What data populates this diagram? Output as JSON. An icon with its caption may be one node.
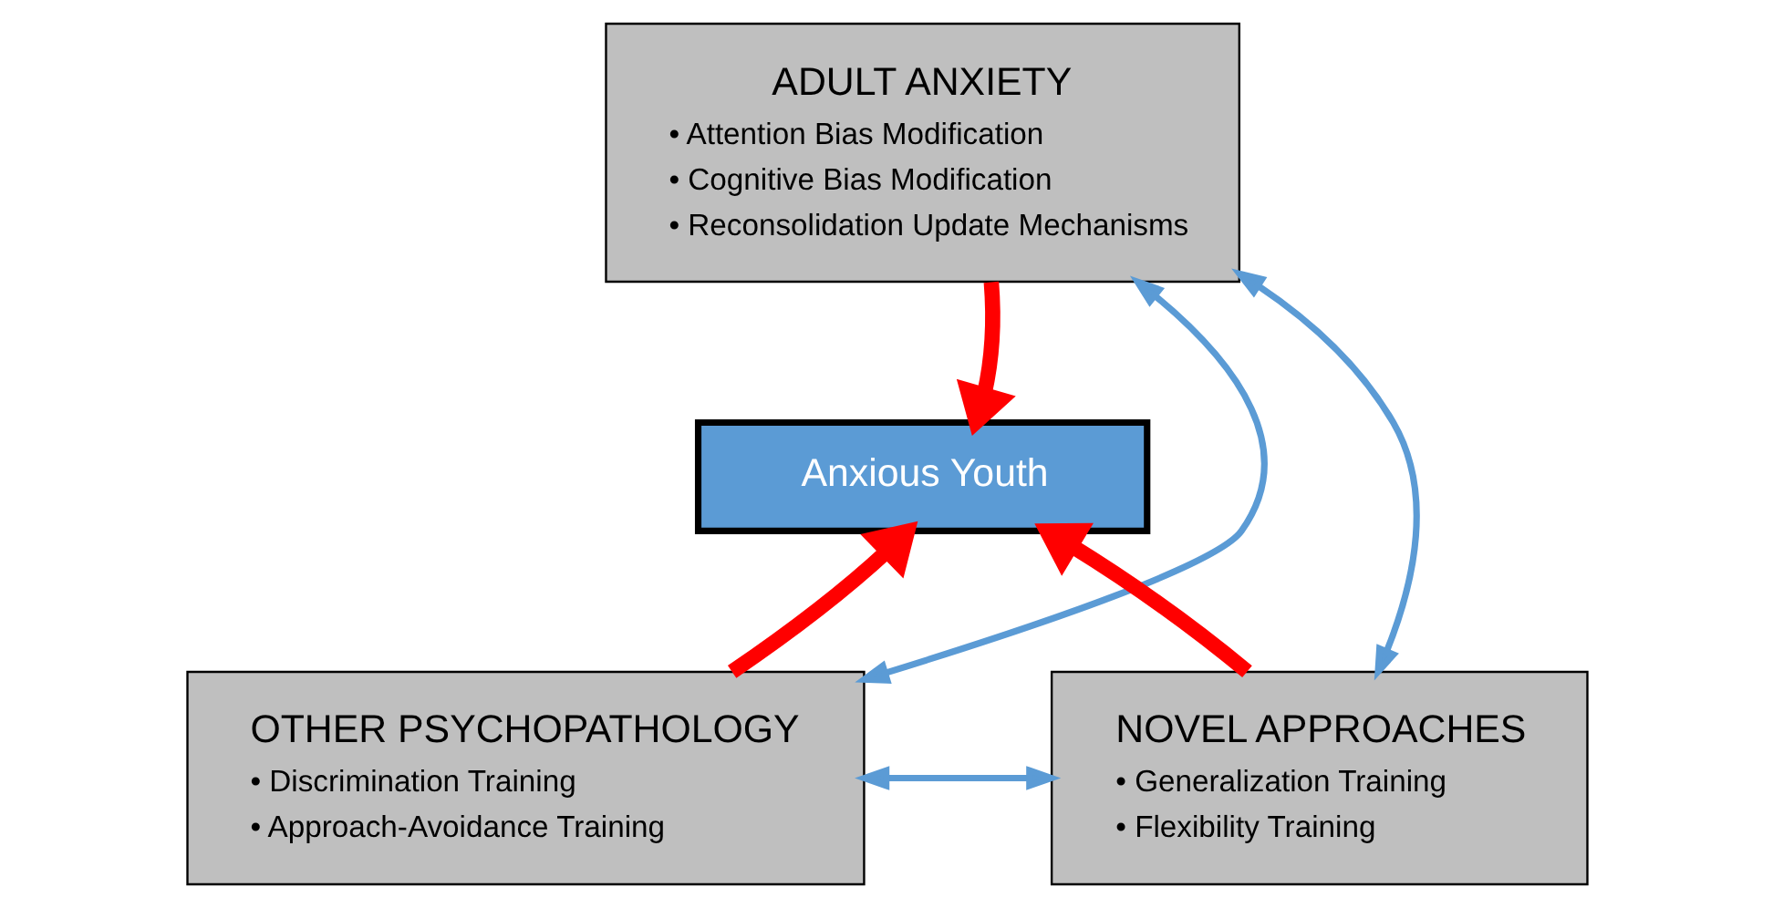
{
  "diagram": {
    "nodes": [
      {
        "text": [
          "ADULT ANXIETY",
          "• Attention Bias Modification",
          "• Cognitive Bias Modification",
          "• Reconsolidation Update Mechanisms"
        ]
      },
      {
        "text": [
          "Anxious Youth"
        ]
      },
      {
        "text": [
          "OTHER PSYCHOPATHOLOGY",
          "• Discrimination Training",
          "• Approach-Avoidance Training"
        ]
      },
      {
        "text": [
          "NOVEL APPROACHES",
          "• Generalization Training",
          "• Flexibility Training"
        ]
      }
    ],
    "edges": [
      {
        "from": 0,
        "to": 1,
        "arrow": "to",
        "style": "thick",
        "color": "#ff0000"
      },
      {
        "from": 2,
        "to": 1,
        "arrow": "to",
        "style": "thick",
        "color": "#ff0000"
      },
      {
        "from": 3,
        "to": 1,
        "arrow": "to",
        "style": "thick",
        "color": "#ff0000"
      },
      {
        "from": 0,
        "to": 2,
        "arrow": "both",
        "color": "#5b9bd5"
      },
      {
        "from": 0,
        "to": 3,
        "arrow": "both",
        "color": "#5b9bd5"
      },
      {
        "from": 2,
        "to": 3,
        "arrow": "both",
        "color": "#5b9bd5"
      }
    ]
  }
}
